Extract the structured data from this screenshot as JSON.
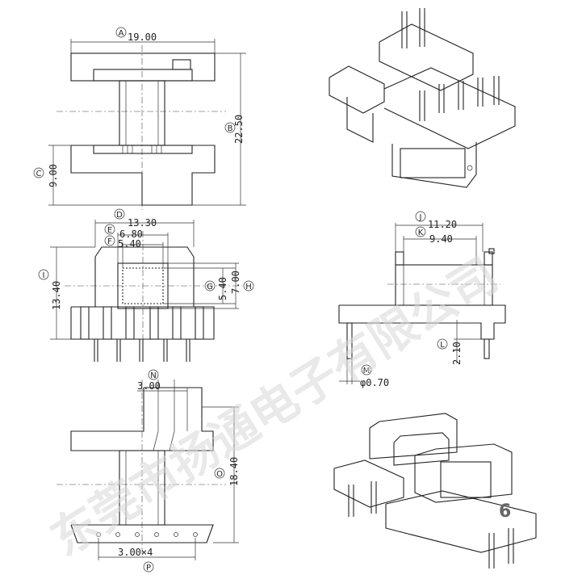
{
  "watermark": "东莞市扬通电子有限公司",
  "page_number": "6",
  "dimensions": {
    "A": {
      "circle": "A",
      "value": "19.00"
    },
    "B": {
      "circle": "B",
      "value": "22.50"
    },
    "C": {
      "circle": "C",
      "value": "9.00"
    },
    "D": {
      "circle": "D",
      "value": "13.30"
    },
    "E": {
      "circle": "E",
      "value": "6.80"
    },
    "F": {
      "circle": "F",
      "value": "5.40"
    },
    "G": {
      "circle": "G",
      "value": "5.40"
    },
    "H": {
      "circle": "H",
      "value": "7.00"
    },
    "I": {
      "circle": "I",
      "value": "13.40"
    },
    "J": {
      "circle": "J",
      "value": "11.20"
    },
    "K": {
      "circle": "K",
      "value": "9.40"
    },
    "L": {
      "circle": "L",
      "value": "2.10"
    },
    "M": {
      "circle": "M",
      "value": "φ0.70"
    },
    "N": {
      "circle": "N",
      "value": "3.00"
    },
    "O": {
      "circle": "O",
      "value": "18.40"
    },
    "P": {
      "circle": "P",
      "value": "3.00×4"
    }
  }
}
